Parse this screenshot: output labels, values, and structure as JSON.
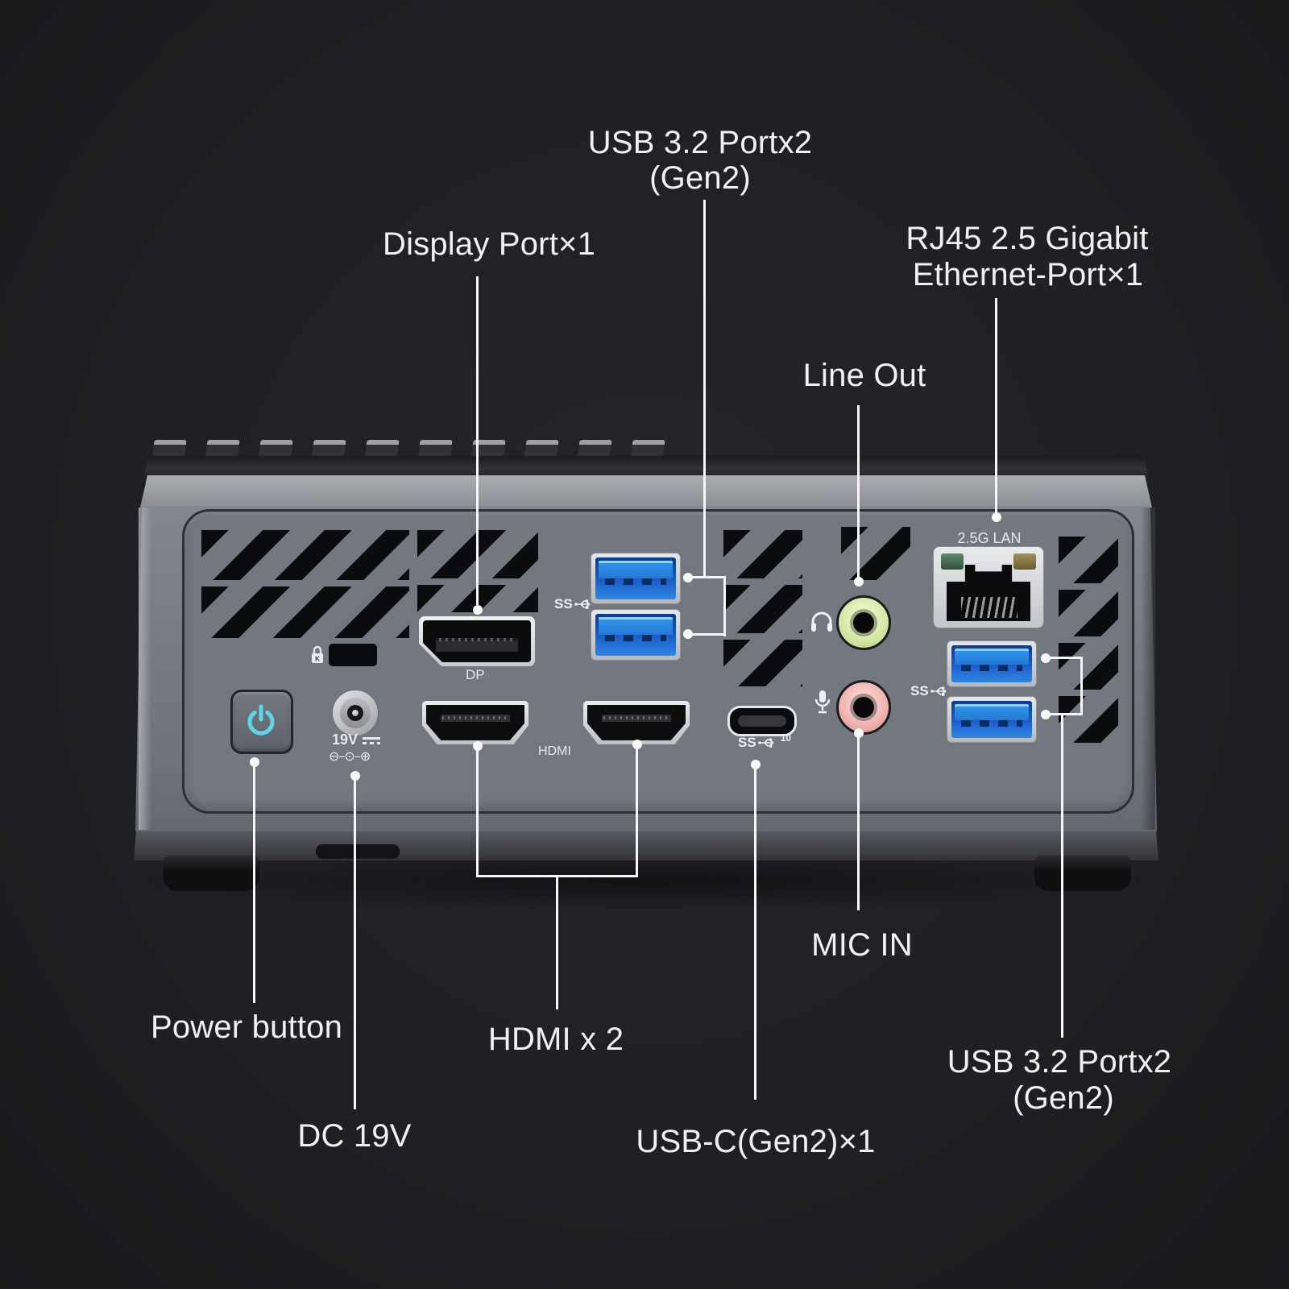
{
  "page": {
    "description": "Mini PC rear panel port callout diagram",
    "background": "#202124"
  },
  "callouts": {
    "usb_top": {
      "line1": "USB 3.2 Portx2",
      "line2": "(Gen2)"
    },
    "display_port": {
      "label": "Display Port×1"
    },
    "rj45": {
      "line1": "RJ45 2.5 Gigabit",
      "line2": "Ethernet-Port×1"
    },
    "line_out": {
      "label": "Line Out"
    },
    "mic_in": {
      "label": "MIC IN"
    },
    "power_button": {
      "label": "Power button"
    },
    "dc_power": {
      "label": "DC 19V"
    },
    "hdmi": {
      "label": "HDMI x 2"
    },
    "usb_c": {
      "label": "USB-C(Gen2)×1"
    },
    "usb_right": {
      "line1": "USB 3.2 Portx2",
      "line2": "(Gen2)"
    }
  },
  "device_markings": {
    "lan_label": "2.5G LAN",
    "dp_label": "DP",
    "hdmi_label": "HDMI",
    "dc_label": "19V",
    "ss_label": "SS",
    "usbc_speed": "10",
    "polarity_minus": "⊖",
    "polarity_center": "⊙",
    "polarity_plus": "⊕"
  },
  "icons": {
    "power": "power-symbol",
    "kensington": "padlock",
    "headphone": "headphones",
    "microphone": "mic",
    "usb_ss": "superspeed-trident"
  },
  "colors": {
    "background": "#202124",
    "chassis": "#75797f",
    "power_accent": "#5ed7e9",
    "usb_blue": "#2f8be6",
    "audio_green": "#cfe7a2",
    "audio_pink": "#f0b0ad",
    "led_green": "#4f7a5e",
    "led_amber": "#8d7c45",
    "callout_line": "#f5f6f6"
  }
}
